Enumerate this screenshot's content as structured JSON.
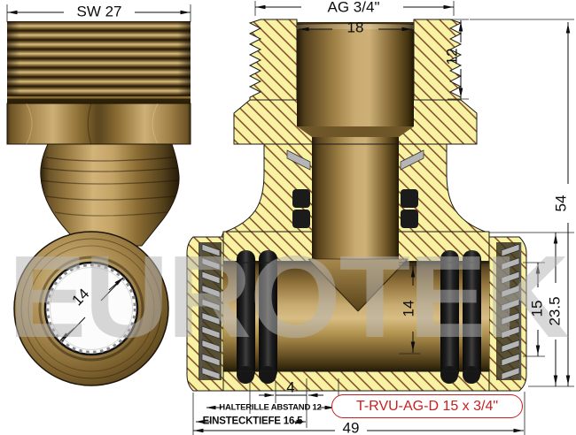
{
  "drawing": {
    "watermark": "EUROTEK",
    "product_code": "T-RVU-AG-D 15 x 3/4\"",
    "dims": {
      "wrench_size": "SW 27",
      "thread_type": "AG 3/4\"",
      "thread_inner_dia": "18",
      "thread_length": "12",
      "total_height": "54",
      "side_bore_dia": "14",
      "branch_bore_dia": "14",
      "pipe_outer_dia": "15",
      "socket_height": "23.5",
      "oring_spacing": "4",
      "retainer_note": "HALTERILLE ABSTAND 12",
      "insertion_note": "EINSTECKTIEFE 16.5",
      "total_width": "49"
    },
    "colors": {
      "hatch_fill": "#f8f3a2",
      "hatch_line": "#7a3a22",
      "brass_light": "#d8bd84",
      "brass_dark": "#3a2c12",
      "oring_black": "#111111",
      "grip_gray": "#b5b5b5",
      "label_red": "#c92020",
      "dim_line": "#0d0d0d"
    }
  }
}
